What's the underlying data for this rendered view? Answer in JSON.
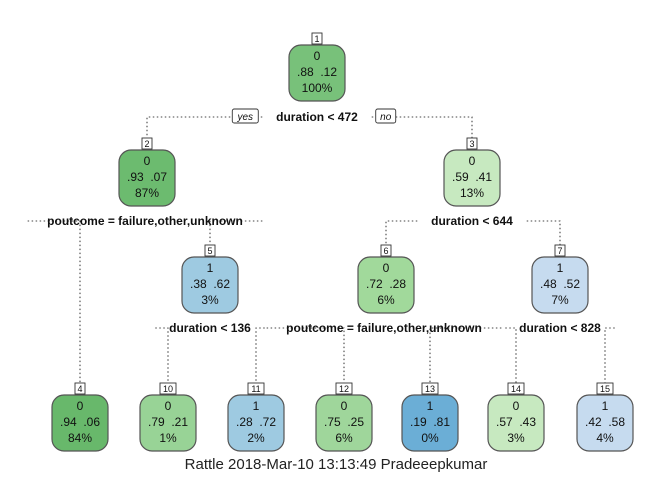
{
  "tree": {
    "nodes": [
      {
        "id": "1",
        "class": "0",
        "probs": ".88  .12",
        "pct": "100%",
        "color": "#78c17a"
      },
      {
        "id": "2",
        "class": "0",
        "probs": ".93  .07",
        "pct": "87%",
        "color": "#6cbb6f"
      },
      {
        "id": "3",
        "class": "0",
        "probs": ".59  .41",
        "pct": "13%",
        "color": "#c7e9c0"
      },
      {
        "id": "4",
        "class": "0",
        "probs": ".94  .06",
        "pct": "84%",
        "color": "#68b86b"
      },
      {
        "id": "5",
        "class": "1",
        "probs": ".38  .62",
        "pct": "3%",
        "color": "#9ecae1"
      },
      {
        "id": "6",
        "class": "0",
        "probs": ".72  .28",
        "pct": "6%",
        "color": "#a1d99b"
      },
      {
        "id": "7",
        "class": "1",
        "probs": ".48  .52",
        "pct": "7%",
        "color": "#c6dbef"
      },
      {
        "id": "10",
        "class": "0",
        "probs": ".79  .21",
        "pct": "1%",
        "color": "#98d396"
      },
      {
        "id": "11",
        "class": "1",
        "probs": ".28  .72",
        "pct": "2%",
        "color": "#9ecae1"
      },
      {
        "id": "12",
        "class": "0",
        "probs": ".75  .25",
        "pct": "6%",
        "color": "#9fd69b"
      },
      {
        "id": "13",
        "class": "1",
        "probs": ".19  .81",
        "pct": "0%",
        "color": "#6baed6"
      },
      {
        "id": "14",
        "class": "0",
        "probs": ".57  .43",
        "pct": "3%",
        "color": "#c7e9c0"
      },
      {
        "id": "15",
        "class": "1",
        "probs": ".42  .58",
        "pct": "4%",
        "color": "#c6dbef"
      }
    ],
    "splits": [
      {
        "node": "1",
        "label": "duration < 472"
      },
      {
        "node": "2",
        "label": "poutcome = failure,other,unknown"
      },
      {
        "node": "3",
        "label": "duration < 644"
      },
      {
        "node": "5",
        "label": "duration < 136"
      },
      {
        "node": "6",
        "label": "poutcome = failure,other,unknown"
      },
      {
        "node": "7",
        "label": "duration < 828"
      }
    ],
    "yes_label": "yes",
    "no_label": "no"
  },
  "caption": "Rattle 2018-Mar-10 13:13:49 Pradeeepkumar"
}
